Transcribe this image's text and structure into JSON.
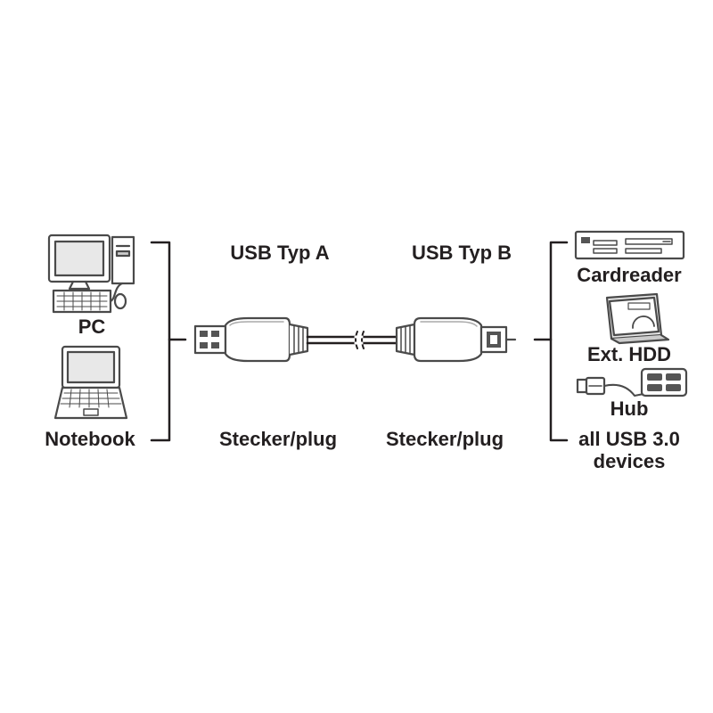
{
  "left_devices": {
    "pc_label": "PC",
    "notebook_label": "Notebook"
  },
  "cable": {
    "end_a": {
      "type_label": "USB Typ A",
      "plug_label": "Stecker/plug"
    },
    "end_b": {
      "type_label": "USB Typ B",
      "plug_label": "Stecker/plug"
    }
  },
  "right_devices": {
    "cardreader_label": "Cardreader",
    "hdd_label": "Ext. HDD",
    "hub_label": "Hub",
    "all_line1": "all USB 3.0",
    "all_line2": "devices"
  },
  "colors": {
    "ink": "#231f20",
    "line": "#4a4a4a"
  }
}
